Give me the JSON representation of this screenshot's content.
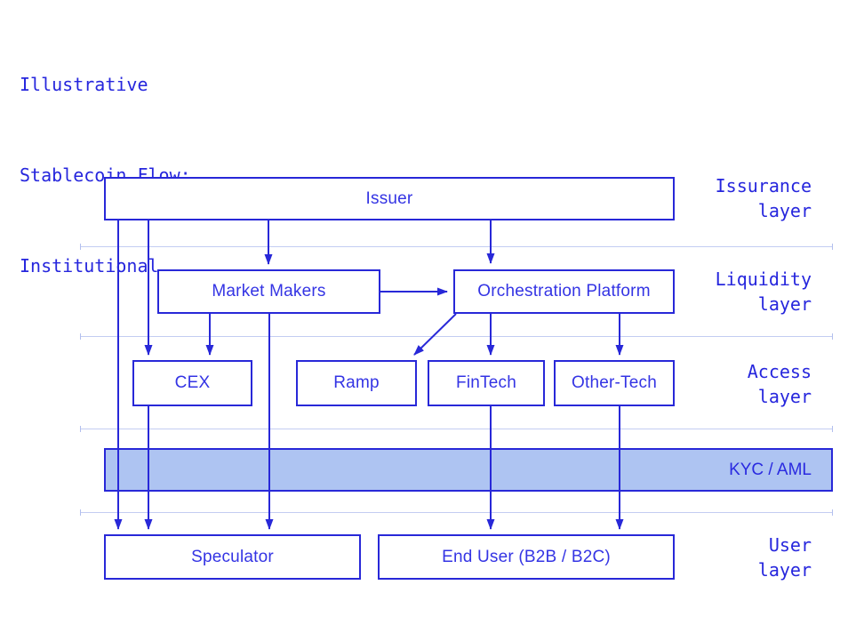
{
  "title": {
    "line1": "Illustrative",
    "line2": "Stablecoin Flow:",
    "line3": "Institutional"
  },
  "colors": {
    "accent_stroke": "#2828d8",
    "text_blue": "#2626dd",
    "kyc_band_fill": "#aec4f2",
    "separator_line": "#c3cdf2"
  },
  "boxes": {
    "issuer": {
      "label": "Issuer"
    },
    "market_makers": {
      "label": "Market Makers"
    },
    "orchestration": {
      "label": "Orchestration Platform"
    },
    "cex": {
      "label": "CEX"
    },
    "ramp": {
      "label": "Ramp"
    },
    "fintech": {
      "label": "FinTech"
    },
    "other_tech": {
      "label": "Other-Tech"
    },
    "kyc": {
      "label": "KYC / AML"
    },
    "speculator": {
      "label": "Speculator"
    },
    "end_user": {
      "label": "End User (B2B / B2C)"
    }
  },
  "layers": {
    "issurance": {
      "line1": "Issurance",
      "line2": "layer"
    },
    "liquidity": {
      "line1": "Liquidity",
      "line2": "layer"
    },
    "access": {
      "line1": "Access",
      "line2": "layer"
    },
    "user": {
      "line1": "User",
      "line2": "layer"
    }
  },
  "flows": [
    {
      "from": "Issuer",
      "to": "Speculator"
    },
    {
      "from": "Issuer",
      "to": "CEX"
    },
    {
      "from": "Issuer",
      "to": "Market Makers"
    },
    {
      "from": "Issuer",
      "to": "Orchestration Platform"
    },
    {
      "from": "Market Makers",
      "to": "CEX"
    },
    {
      "from": "Market Makers",
      "to": "Speculator"
    },
    {
      "from": "Market Makers",
      "to": "Orchestration Platform"
    },
    {
      "from": "Orchestration Platform",
      "to": "Ramp"
    },
    {
      "from": "Orchestration Platform",
      "to": "FinTech"
    },
    {
      "from": "Orchestration Platform",
      "to": "Other-Tech"
    },
    {
      "from": "CEX",
      "to": "Speculator"
    },
    {
      "from": "FinTech",
      "to": "End User (B2B / B2C)"
    },
    {
      "from": "Other-Tech",
      "to": "End User (B2B / B2C)"
    }
  ]
}
